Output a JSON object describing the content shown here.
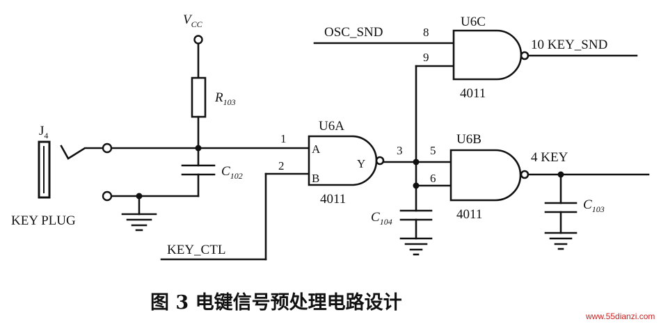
{
  "vcc": {
    "main": "V",
    "sub": "CC"
  },
  "r103": {
    "main": "R",
    "sub": "103"
  },
  "c102": {
    "main": "C",
    "sub": "102"
  },
  "c103": {
    "main": "C",
    "sub": "103"
  },
  "c104": {
    "main": "C",
    "sub": "104"
  },
  "j4": {
    "main": "J",
    "sub": "4"
  },
  "labels": {
    "key_plug": "KEY PLUG",
    "key_ctl": "KEY_CTL",
    "osc_snd": "OSC_SND",
    "key_snd": "10  KEY_SND",
    "key": "4  KEY"
  },
  "gates": {
    "u6a": {
      "name": "U6A",
      "part": "4011",
      "pin_a": "A",
      "pin_b": "B",
      "pin_y": "Y"
    },
    "u6b": {
      "name": "U6B",
      "part": "4011"
    },
    "u6c": {
      "name": "U6C",
      "part": "4011"
    }
  },
  "pins": {
    "p1": "1",
    "p2": "2",
    "p3": "3",
    "p5": "5",
    "p6": "6",
    "p8": "8",
    "p9": "9"
  },
  "caption": "图 3   电键信号预处理电路设计",
  "watermark": "www.55dianzi.com"
}
